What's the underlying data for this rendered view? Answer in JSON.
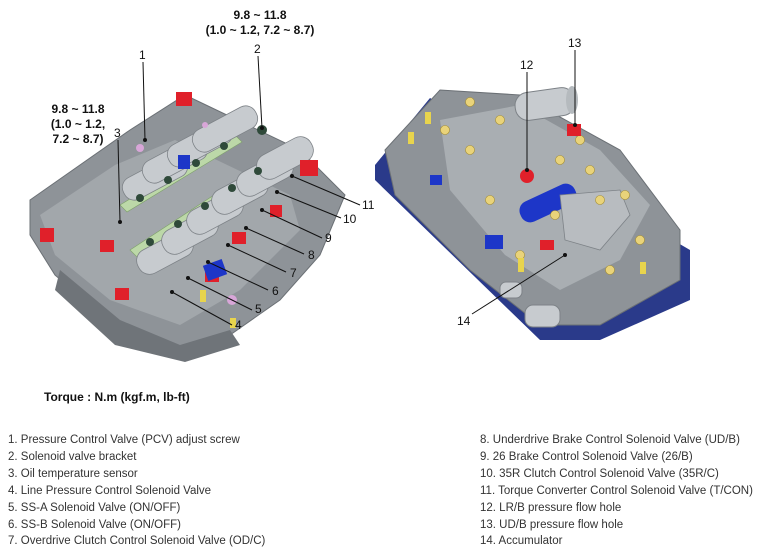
{
  "torque_left": {
    "line1": "9.8 ~ 11.8",
    "line2": "(1.0 ~ 1.2,",
    "line3": "7.2 ~ 8.7)"
  },
  "torque_top": {
    "line1": "9.8 ~ 11.8",
    "line2": "(1.0 ~ 1.2, 7.2 ~ 8.7)"
  },
  "callouts": [
    "1",
    "2",
    "3",
    "4",
    "5",
    "6",
    "7",
    "8",
    "9",
    "10",
    "11",
    "12",
    "13",
    "14"
  ],
  "torque_title": "Torque : N.m (kgf.m, lb-ft)",
  "legend_left": [
    "1. Pressure Control Valve (PCV) adjust screw",
    "2. Solenoid valve bracket",
    "3. Oil temperature sensor",
    "4. Line Pressure Control Solenoid Valve",
    "5. SS-A Solenoid Valve (ON/OFF)",
    "6. SS-B Solenoid Valve (ON/OFF)",
    "7. Overdrive Clutch Control Solenoid Valve (OD/C)"
  ],
  "legend_right": [
    "8. Underdrive Brake Control Solenoid Valve (UD/B)",
    "9. 26 Brake Control Solenoid Valve (26/B)",
    "10. 35R Clutch Control Solenoid Valve (35R/C)",
    "11. Torque Converter Control Solenoid Valve (T/CON)",
    "12. LR/B pressure flow hole",
    "13. UD/B pressure flow hole",
    "14. Accumulator"
  ],
  "colors": {
    "body": "#8e9398",
    "valve": "#c7cbcf",
    "bolt": "#e9d37a",
    "red": "#e0202a",
    "blue": "#1d36c8",
    "green": "#bcd8a8",
    "yellow": "#e8d44d"
  }
}
